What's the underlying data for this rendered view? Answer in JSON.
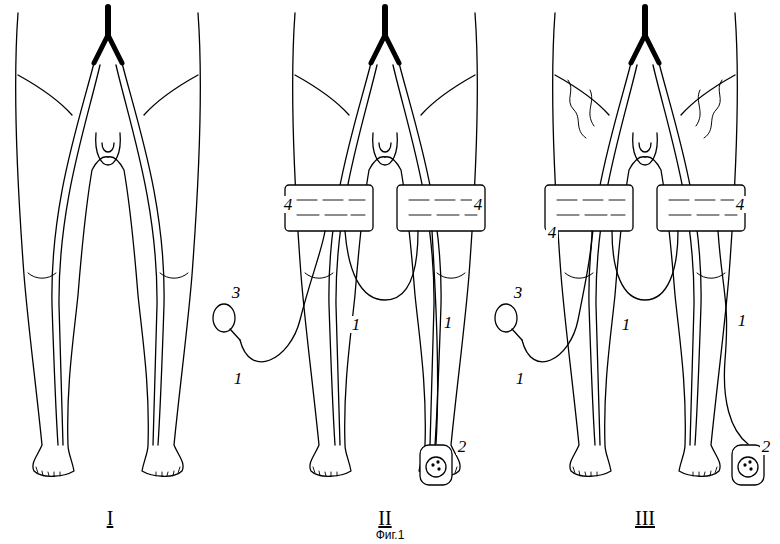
{
  "diagram": {
    "caption": "Фиг.1",
    "labels": [
      "I",
      "II",
      "III",
      "3",
      "4",
      "4",
      "1",
      "1",
      "1",
      "2",
      "3",
      "4",
      "4",
      "1",
      "1",
      "1",
      "2"
    ]
  }
}
